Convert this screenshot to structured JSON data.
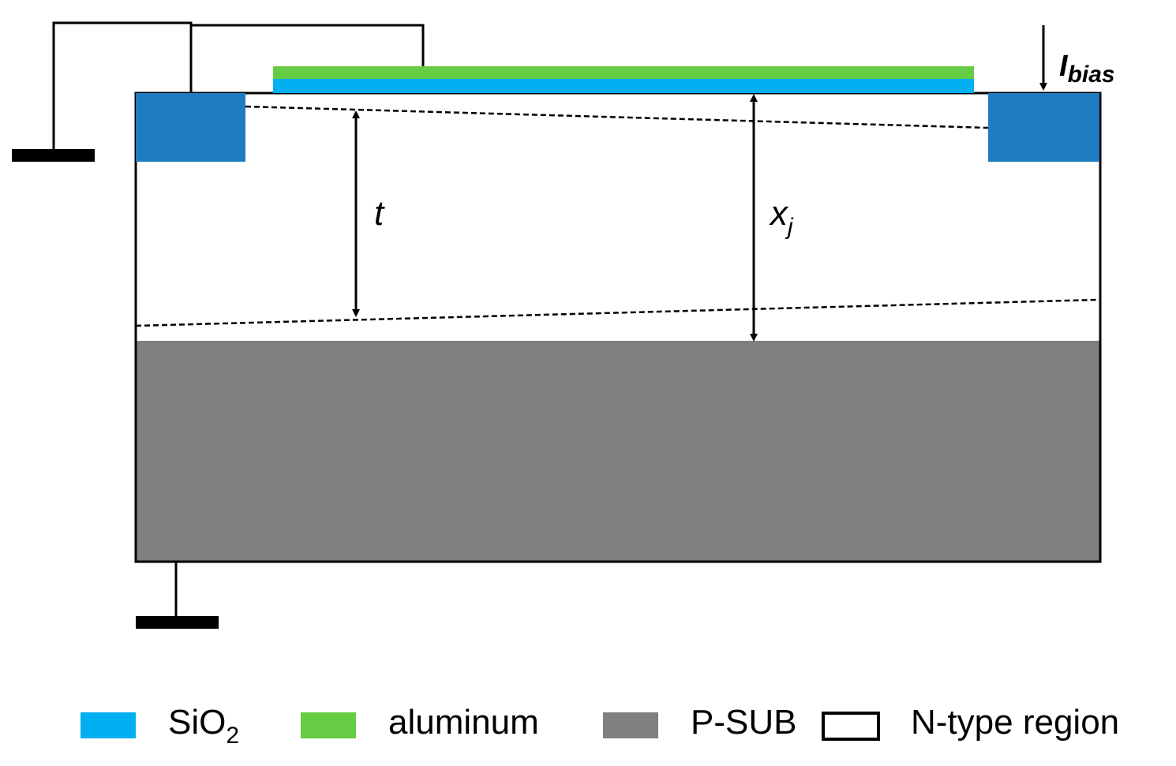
{
  "labels": {
    "ibias_main": "I",
    "ibias_sub": "bias",
    "t": "t",
    "xj_main": "x",
    "xj_sub": "j"
  },
  "legend": {
    "sio2_main": "SiO",
    "sio2_sub": "2",
    "aluminum": "aluminum",
    "psub": "P-SUB",
    "ntype": "N-type region"
  },
  "colors": {
    "contact_blue": "#1f7cc1",
    "sio2": "#00b0f0",
    "aluminum": "#66cc44",
    "psub": "#808080",
    "line": "#000000"
  }
}
